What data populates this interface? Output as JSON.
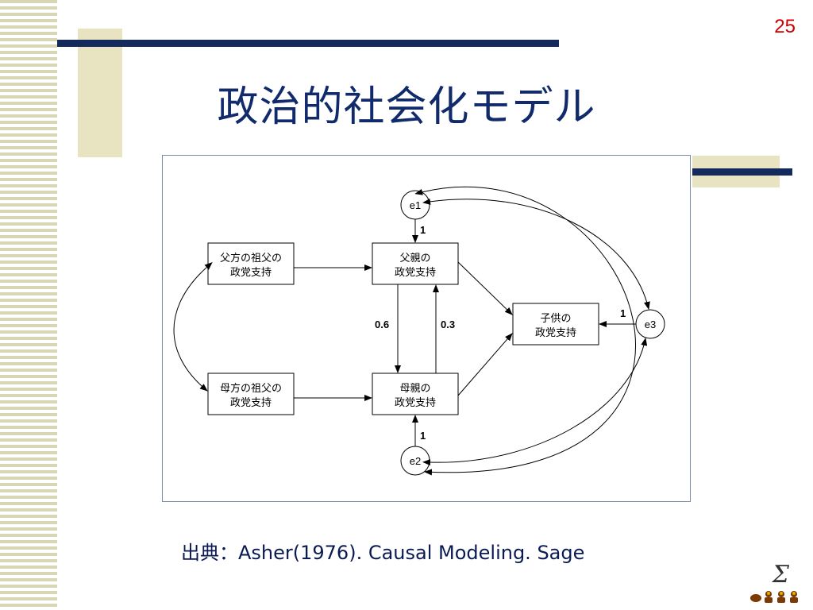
{
  "slide": {
    "number": "25",
    "title": "政治的社会化モデル",
    "citation": "出典：Asher(1976). Causal Modeling. Sage"
  },
  "colors": {
    "title": "#102a6c",
    "slide_number": "#cc0000",
    "accent_bar": "#142a5c",
    "accent_block": "#e8e4c2",
    "stripes": "#d9d6b4"
  },
  "diagram": {
    "nodes": {
      "pgf": [
        "父方の祖父の",
        "政党支持"
      ],
      "mgf": [
        "母方の祖父の",
        "政党支持"
      ],
      "father": [
        "父親の",
        "政党支持"
      ],
      "mother": [
        "母親の",
        "政党支持"
      ],
      "child": [
        "子供の",
        "政党支持"
      ]
    },
    "errors": {
      "e1": "e1",
      "e2": "e2",
      "e3": "e3"
    },
    "coefficients": {
      "e1_to_father": "1",
      "e2_to_mother": "1",
      "e3_to_child": "1",
      "father_to_mother": "0.6",
      "mother_to_father": "0.3"
    }
  },
  "logo": {
    "icon": "sigma-logo-icon",
    "glyph": "Σ"
  }
}
